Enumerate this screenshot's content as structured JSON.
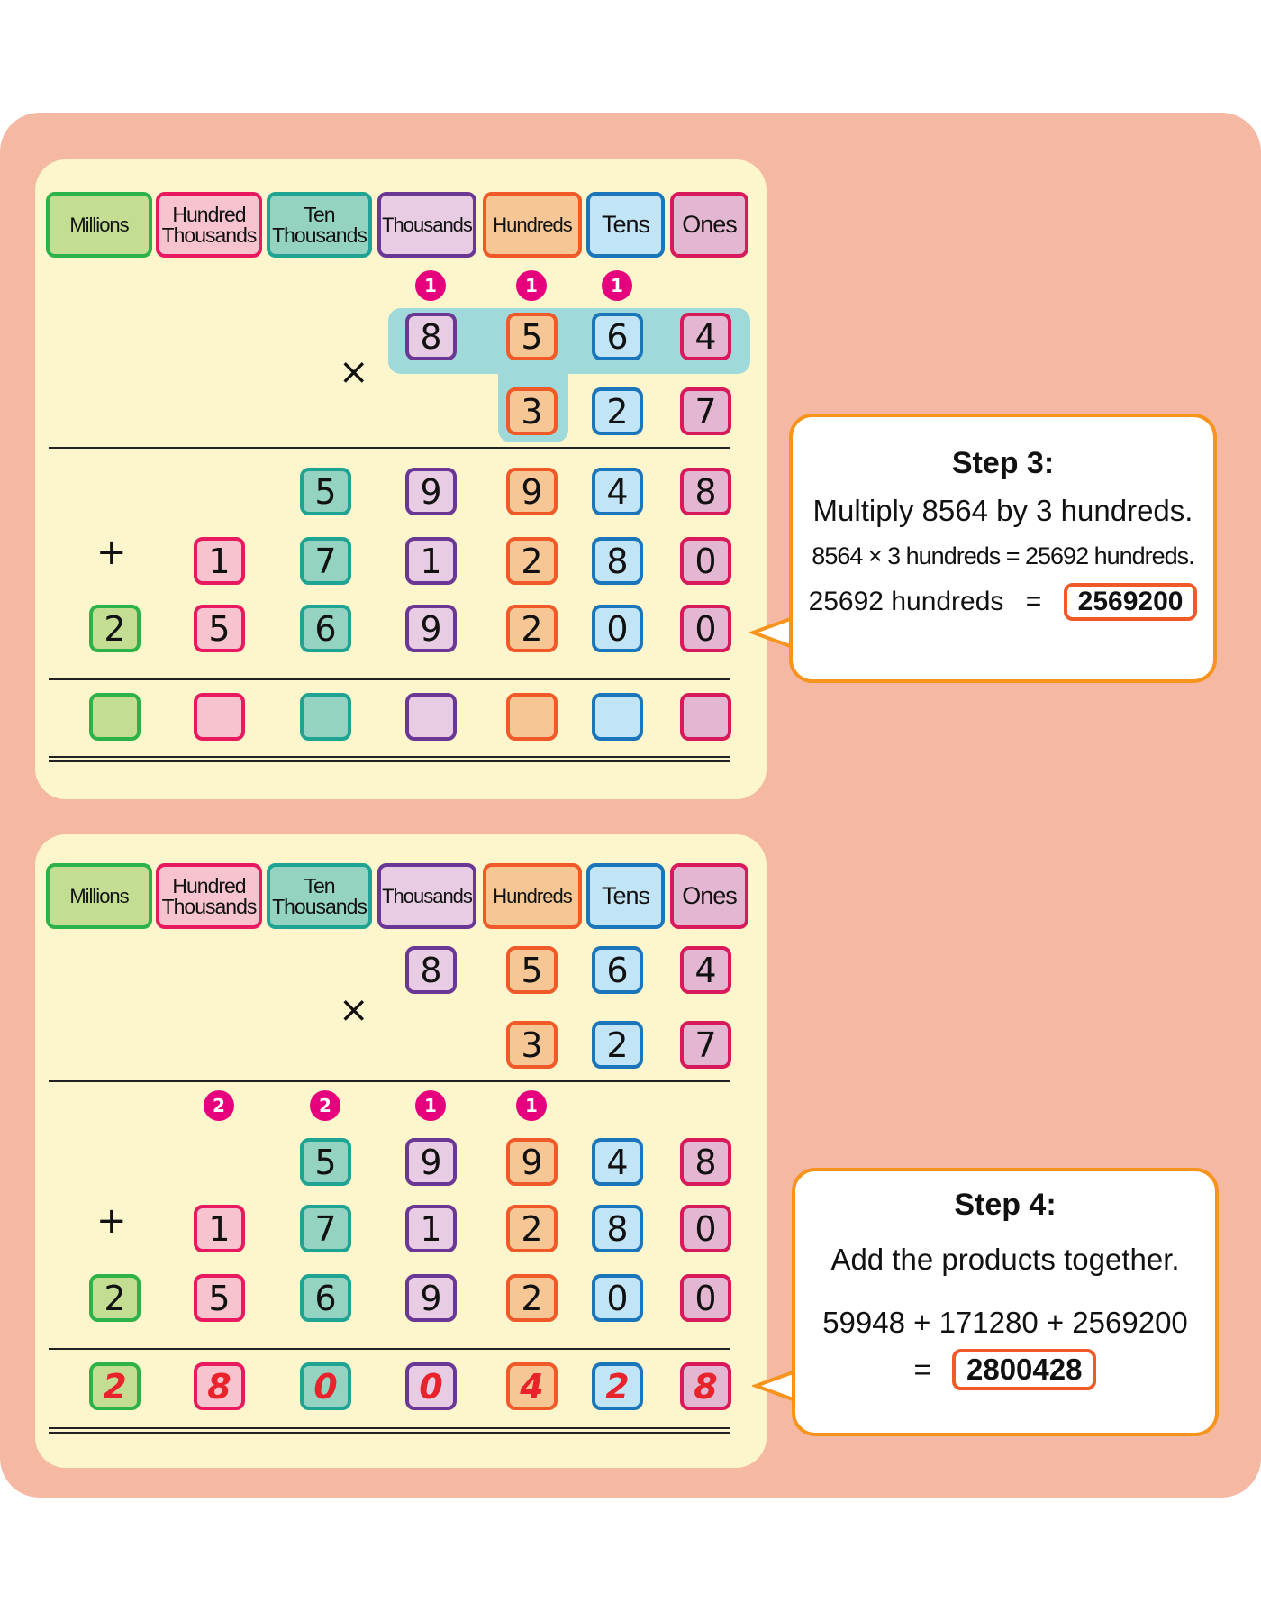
{
  "columns": [
    {
      "label": "Millions",
      "fill": "#c3de93",
      "border": "#2db24a"
    },
    {
      "label": "Hundred Thousands",
      "fill": "#f6c3cf",
      "border": "#e8195f"
    },
    {
      "label": "Ten Thousands",
      "fill": "#94d3c1",
      "border": "#1fa393"
    },
    {
      "label": "Thousands",
      "fill": "#e8cce3",
      "border": "#6b3794"
    },
    {
      "label": "Hundreds",
      "fill": "#f6c794",
      "border": "#f05a28"
    },
    {
      "label": "Tens",
      "fill": "#c1e4f6",
      "border": "#1b75bb"
    },
    {
      "label": "Ones",
      "fill": "#e3b7d2",
      "border": "#d8195b"
    }
  ],
  "operators": {
    "times": "×",
    "plus": "+"
  },
  "panels": [
    {
      "carries": [
        {
          "col": 3,
          "value": "1"
        },
        {
          "col": 4,
          "value": "1"
        },
        {
          "col": 5,
          "value": "1"
        }
      ],
      "multiplicand": [
        "",
        "",
        "",
        "8",
        "5",
        "6",
        "4"
      ],
      "multiplier": [
        "",
        "",
        "",
        "",
        "3",
        "2",
        "7"
      ],
      "partials": [
        [
          "",
          "",
          "5",
          "9",
          "9",
          "4",
          "8"
        ],
        [
          "",
          "1",
          "7",
          "1",
          "2",
          "8",
          "0"
        ],
        [
          "2",
          "5",
          "6",
          "9",
          "2",
          "0",
          "0"
        ]
      ],
      "result": [
        " ",
        " ",
        " ",
        " ",
        " ",
        " ",
        " "
      ]
    },
    {
      "carries": [
        {
          "col": 1,
          "value": "2"
        },
        {
          "col": 2,
          "value": "2"
        },
        {
          "col": 3,
          "value": "1"
        },
        {
          "col": 4,
          "value": "1"
        }
      ],
      "multiplicand": [
        "",
        "",
        "",
        "8",
        "5",
        "6",
        "4"
      ],
      "multiplier": [
        "",
        "",
        "",
        "",
        "3",
        "2",
        "7"
      ],
      "partials": [
        [
          "",
          "",
          "5",
          "9",
          "9",
          "4",
          "8"
        ],
        [
          "",
          "1",
          "7",
          "1",
          "2",
          "8",
          "0"
        ],
        [
          "2",
          "5",
          "6",
          "9",
          "2",
          "0",
          "0"
        ]
      ],
      "result": [
        "2",
        "8",
        "0",
        "0",
        "4",
        "2",
        "8"
      ]
    }
  ],
  "step3": {
    "title": "Step 3:",
    "line1": "Multiply 8564 by 3 hundreds.",
    "line2": "8564 × 3 hundreds = 25692 hundreds.",
    "line3_left": "25692 hundreds",
    "equals": "=",
    "answer": "2569200"
  },
  "step4": {
    "title": "Step 4:",
    "line1": "Add the products together.",
    "line2": "59948 + 171280 + 2569200",
    "equals": "=",
    "answer": "2800428"
  }
}
